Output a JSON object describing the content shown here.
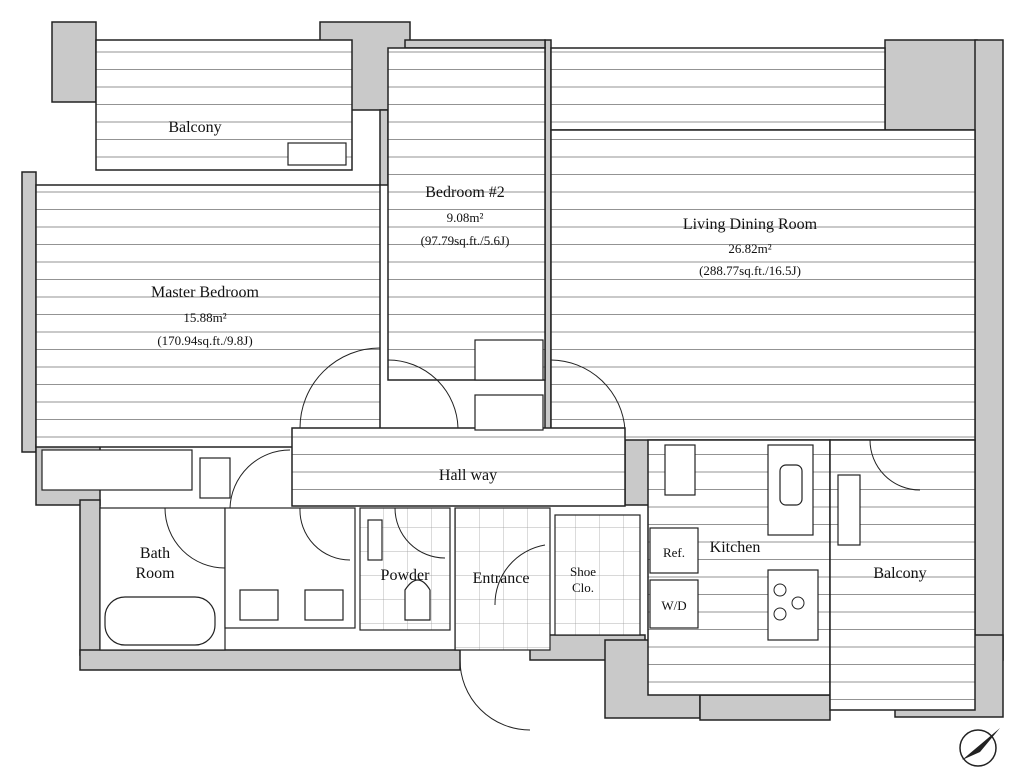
{
  "plan": {
    "rooms": {
      "balcony_top": {
        "name": "Balcony"
      },
      "master_bedroom": {
        "name": "Master Bedroom",
        "area_m2": "15.88m²",
        "area_detail": "(170.94sq.ft./9.8J)"
      },
      "bedroom2": {
        "name": "Bedroom #2",
        "area_m2": "9.08m²",
        "area_detail": "(97.79sq.ft./5.6J)"
      },
      "living": {
        "name": "Living Dining Room",
        "area_m2": "26.82m²",
        "area_detail": "(288.77sq.ft./16.5J)"
      },
      "hallway": {
        "name": "Hall way"
      },
      "bath": {
        "name_line1": "Bath",
        "name_line2": "Room"
      },
      "powder": {
        "name": "Powder"
      },
      "entrance": {
        "name": "Entrance"
      },
      "shoe": {
        "name_line1": "Shoe",
        "name_line2": "Clo."
      },
      "kitchen": {
        "name": "Kitchen",
        "ref": "Ref.",
        "wd": "W/D"
      },
      "balcony_right": {
        "name": "Balcony"
      }
    },
    "compass": {
      "icon": "north-arrow-icon"
    }
  }
}
